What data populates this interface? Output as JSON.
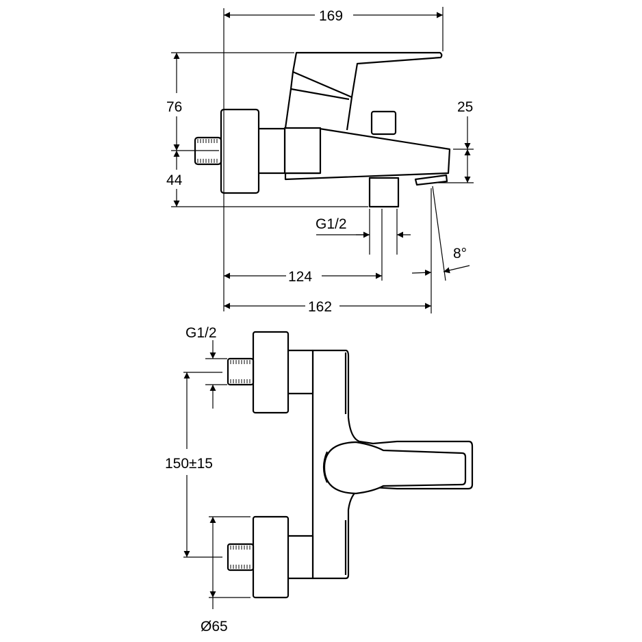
{
  "drawing": {
    "side_view": {
      "dims": {
        "overall_length": "169",
        "height_above_axis": "76",
        "height_below_axis": "44",
        "spout_height": "25",
        "outlet_thread": "G1/2",
        "outlet_distance": "124",
        "spout_projection": "162",
        "spout_angle": "8°"
      }
    },
    "front_view": {
      "dims": {
        "inlet_thread": "G1/2",
        "centre_distance": "150±15",
        "rosette_diameter": "Ø65"
      }
    }
  }
}
